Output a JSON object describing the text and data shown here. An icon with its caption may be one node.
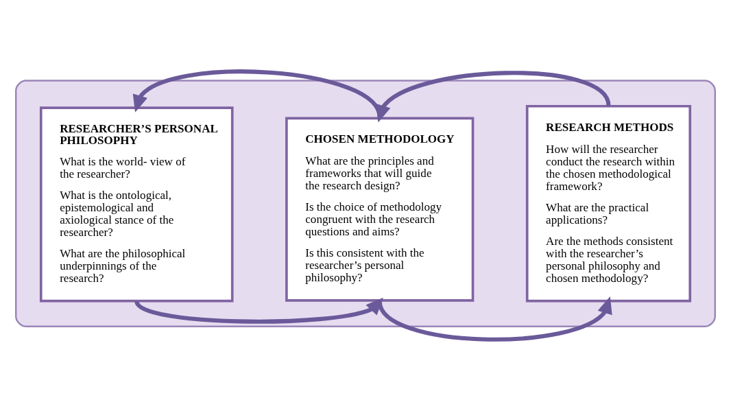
{
  "diagram": {
    "nodes": [
      {
        "text": [],
        "shape": "ellipse"
      },
      {
        "text": [
          "RESEARCHER’S PERSONAL PHILOSOPHY",
          "What is the world- view of the researcher?",
          "What is the ontological, epistemological and axiological stance of the researcher?",
          "What are the philosophical underpinnings of the research?"
        ],
        "in": 0
      },
      {
        "text": [
          "CHOSEN METHODOLOGY",
          "What are the principles and frameworks that will guide the research design?",
          "Is the choice of methodology congruent with the research questions and aims?",
          "Is this consistent with the researcher’s personal philosophy?"
        ],
        "in": 0
      },
      {
        "text": [
          "RESEARCH METHODS",
          "How will the researcher conduct the research within the chosen methodological framework?",
          "What are the practical applications?",
          "Are the methods consistent with the researcher’s personal philosophy and chosen methodology?"
        ],
        "in": 0
      }
    ],
    "edges": [
      {
        "from": 1,
        "to": 2,
        "arrow": "to"
      },
      {
        "from": 2,
        "to": 3,
        "arrow": "to"
      },
      {
        "from": 2,
        "to": 1,
        "arrow": "to"
      },
      {
        "from": 3,
        "to": 2,
        "arrow": "to"
      }
    ]
  }
}
